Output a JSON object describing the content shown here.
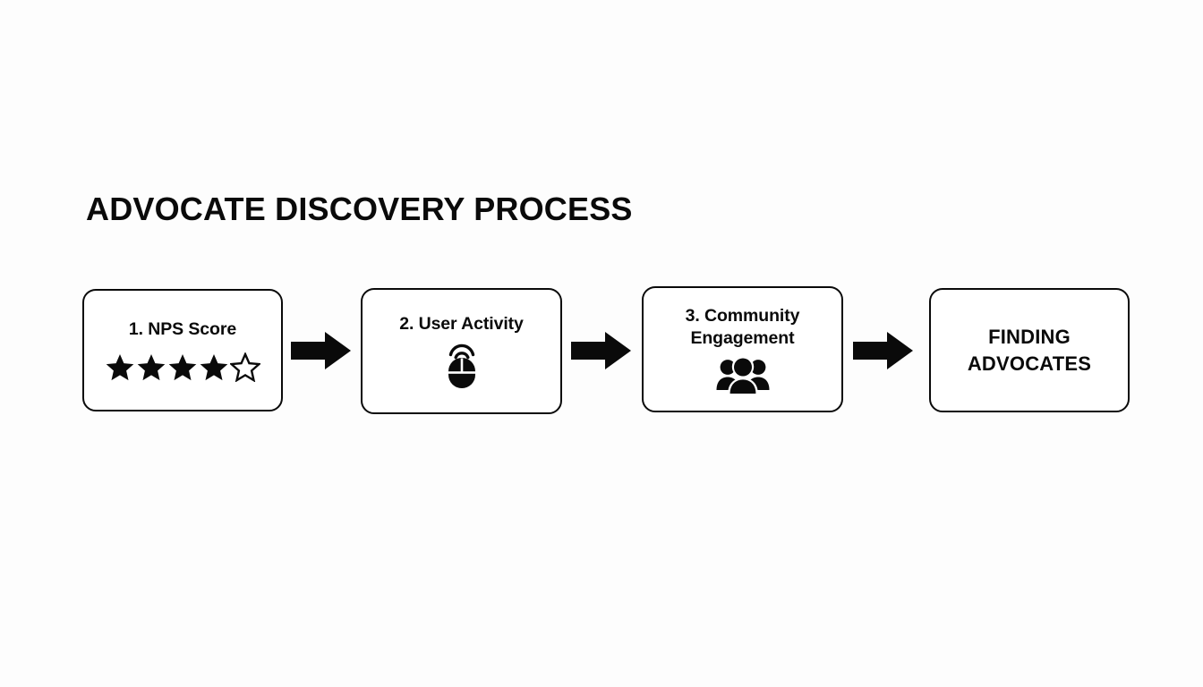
{
  "page": {
    "title": "ADVOCATE DISCOVERY PROCESS",
    "background_color": "#fdfdfd",
    "stroke_color": "#0a0a0a",
    "node_fill": "#ffffff"
  },
  "diagram": {
    "type": "process-flow",
    "orientation": "horizontal",
    "node_count": 4,
    "arrow_count": 3,
    "nodes": [
      {
        "id": "node-1",
        "label": "1. NPS Score",
        "icon": "star-rating-icon",
        "rating": {
          "filled": 4,
          "total": 5
        },
        "kind": "step"
      },
      {
        "id": "node-2",
        "label": "2. User Activity",
        "icon": "computer-mouse-click-icon",
        "kind": "step"
      },
      {
        "id": "node-3",
        "label_line_1": "3. Community",
        "label_line_2": "Engagement",
        "icon": "people-group-icon",
        "kind": "step"
      },
      {
        "id": "node-4",
        "label_line_1": "FINDING",
        "label_line_2": "ADVOCATES",
        "icon": "none",
        "kind": "terminal"
      }
    ],
    "arrows": [
      {
        "id": "arrow-1",
        "icon": "arrow-right-icon",
        "from": "node-1",
        "to": "node-2"
      },
      {
        "id": "arrow-2",
        "icon": "arrow-right-icon",
        "from": "node-2",
        "to": "node-3"
      },
      {
        "id": "arrow-3",
        "icon": "arrow-right-icon",
        "from": "node-3",
        "to": "node-4"
      }
    ]
  }
}
